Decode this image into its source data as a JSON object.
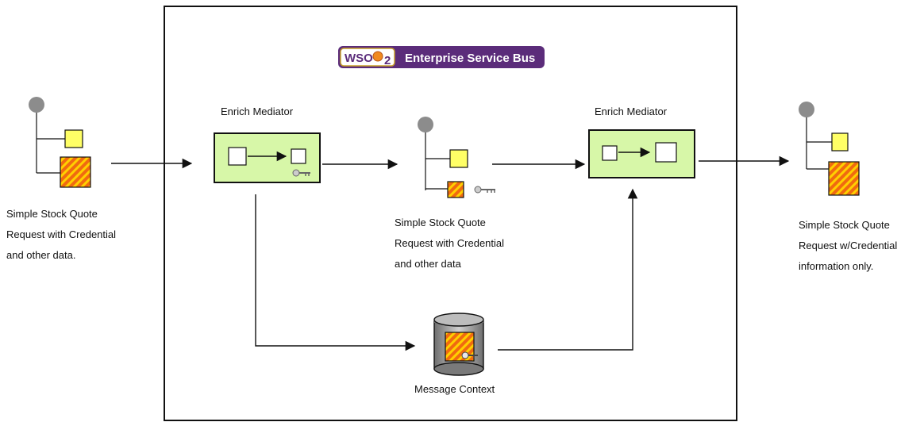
{
  "logo": {
    "brand": "WSO",
    "sub": "2",
    "product": "Enterprise Service Bus"
  },
  "mediator_left": {
    "title": "Enrich Mediator"
  },
  "mediator_right": {
    "title": "Enrich Mediator"
  },
  "message_context": {
    "label": "Message Context"
  },
  "input_message": {
    "lines": [
      "Simple Stock Quote",
      "Request with Credential",
      "and other data."
    ]
  },
  "middle_message": {
    "lines": [
      "Simple Stock Quote",
      "Request with Credential",
      "and other data"
    ]
  },
  "output_message": {
    "lines": [
      "Simple Stock Quote",
      "Request w/Credential",
      "information only."
    ]
  },
  "colors": {
    "mediator_fill": "#d7f7a8",
    "payload_yellow": "#ffff66",
    "credential_orange": "#f06a10",
    "credential_stripe": "#ffd000",
    "node_gray": "#8c8c8c",
    "logo_purple": "#5b2c7a"
  }
}
